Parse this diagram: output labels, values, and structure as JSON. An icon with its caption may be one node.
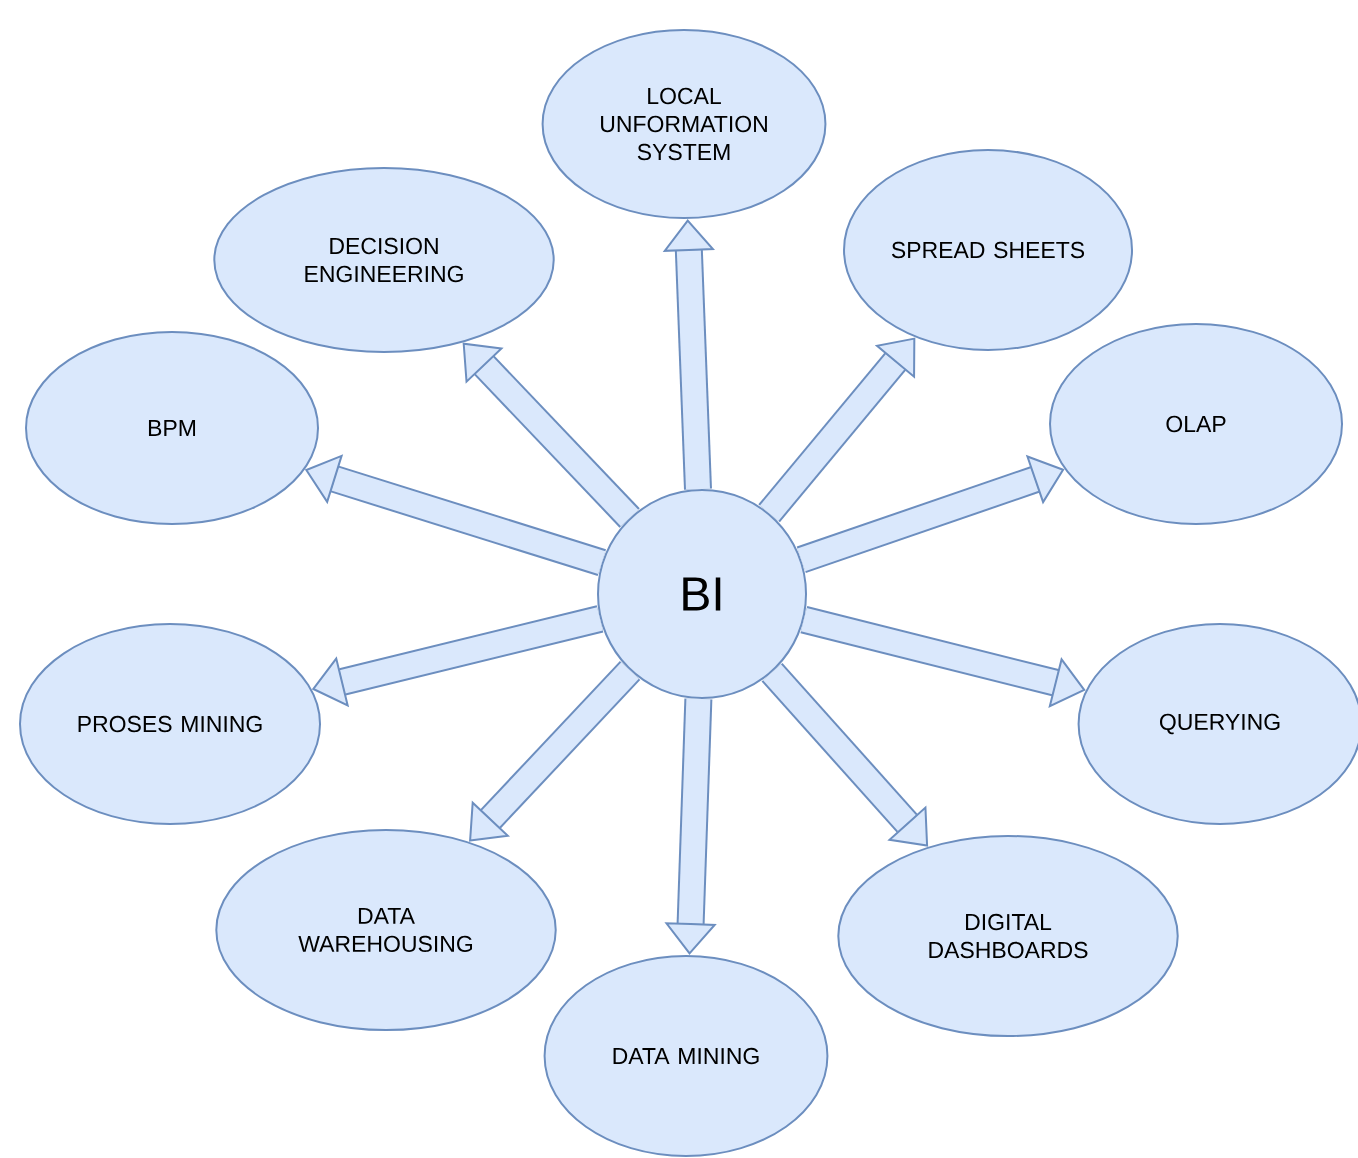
{
  "diagram": {
    "nodes": [
      {
        "text": [
          "LOCAL UNFORMATION SYSTEM"
        ]
      },
      {
        "text": [
          "DECISION ENGINEERING"
        ]
      },
      {
        "text": [
          "SPREAD SHEETS"
        ]
      },
      {
        "text": [
          "BPM"
        ]
      },
      {
        "text": [
          "OLAP"
        ]
      },
      {
        "text": [
          "BI"
        ]
      },
      {
        "text": [
          "PROSES MINING"
        ]
      },
      {
        "text": [
          "QUERYING"
        ]
      },
      {
        "text": [
          "DATA WAREHOUSING"
        ]
      },
      {
        "text": [
          "DIGITAL DASHBOARDS"
        ]
      },
      {
        "text": [
          "DATA MINING"
        ]
      }
    ],
    "edges": [
      {
        "from": 5,
        "to": 0,
        "arrow": "to"
      },
      {
        "from": 5,
        "to": 1,
        "arrow": "to"
      },
      {
        "from": 5,
        "to": 2,
        "arrow": "to"
      },
      {
        "from": 5,
        "to": 3,
        "arrow": "to"
      },
      {
        "from": 5,
        "to": 4,
        "arrow": "to"
      },
      {
        "from": 5,
        "to": 6,
        "arrow": "to"
      },
      {
        "from": 5,
        "to": 7,
        "arrow": "to"
      },
      {
        "from": 5,
        "to": 8,
        "arrow": "to"
      },
      {
        "from": 5,
        "to": 9,
        "arrow": "to"
      },
      {
        "from": 5,
        "to": 10,
        "arrow": "to"
      }
    ]
  }
}
